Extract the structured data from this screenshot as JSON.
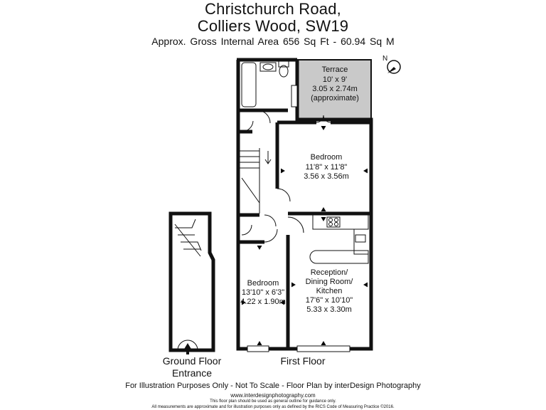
{
  "header": {
    "line1": "Christchurch Road,",
    "line2": "Colliers Wood, SW19",
    "area": "Approx. Gross Internal Area   656 Sq Ft  -  60.94 Sq M"
  },
  "compass": {
    "label": "N"
  },
  "rooms": {
    "terrace": {
      "name": "Terrace",
      "imperial": "10' x 9'",
      "metric": "3.05 x 2.74m",
      "note": "(approximate)"
    },
    "bedroom1": {
      "name": "Bedroom",
      "imperial": "11'8\" x 11'8\"",
      "metric": "3.56 x 3.56m"
    },
    "bedroom2": {
      "name": "Bedroom",
      "imperial": "13'10\" x 6'3\"",
      "metric": "4.22 x 1.90m"
    },
    "reception": {
      "line1": "Reception/",
      "line2": "Dining Room/",
      "line3": "Kitchen",
      "imperial": "17'6\" x 10'10\"",
      "metric": "5.33 x 3.30m"
    }
  },
  "floors": {
    "ground_line1": "Ground Floor",
    "ground_line2": "Entrance",
    "first": "First Floor"
  },
  "footer": {
    "disclaimer": "For Illustration Purposes Only - Not To Scale - Floor Plan by interDesign Photography",
    "website": "www.interdesignphotography.com",
    "note1": "This floor plan should be used as general outline for guidance only.",
    "note2": "All measurements are approximate and for illustration purposes only as defined by the RICS Code of Measuring Practice ©2016."
  },
  "colors": {
    "terrace_fill": "#c9c9c9",
    "walls": "#111111",
    "background": "#ffffff"
  }
}
